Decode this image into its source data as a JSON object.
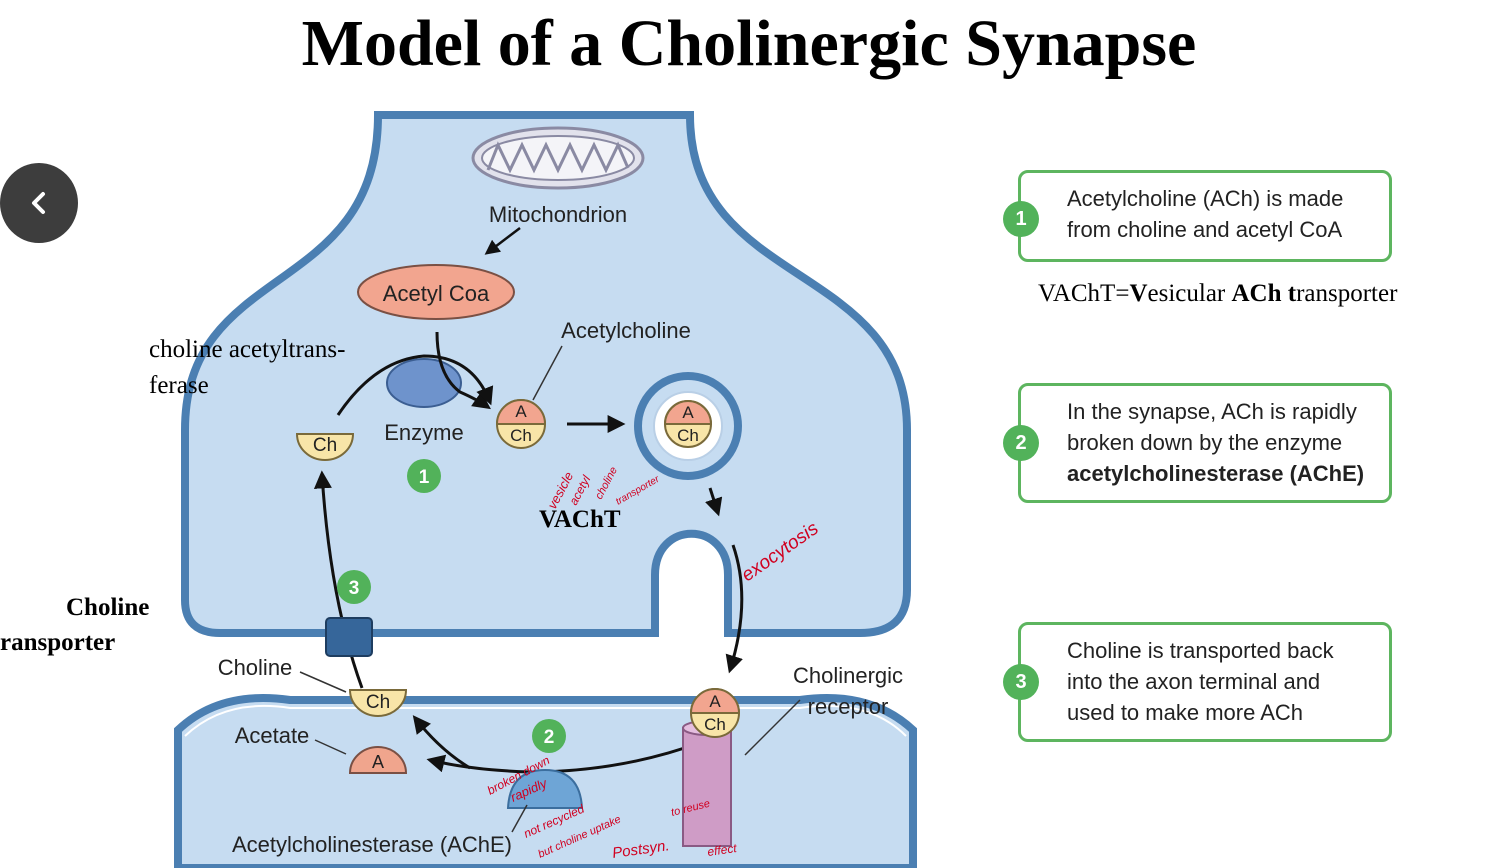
{
  "title": "Model of a Cholinergic Synapse",
  "diagram": {
    "mitochondrion": "Mitochondrion",
    "acetyl_coa": "Acetyl Coa",
    "acetylcholine": "Acetylcholine",
    "enzyme": "Enzyme",
    "ch": "Ch",
    "a": "A",
    "step_1": "1",
    "step_2": "2",
    "step_3": "3",
    "choline": "Choline",
    "acetate": "Acetate",
    "cholinergic_receptor_line1": "Cholinergic",
    "cholinergic_receptor_line2": "receptor",
    "ache": "Acetylcholinesterase (AChE)"
  },
  "annotations": {
    "chat_line1": "choline acetyltrans-",
    "chat_line2": "ferase",
    "vacht": "VAChT",
    "choline_transporter_line1": "Choline",
    "choline_transporter_line2": "ransporter",
    "vacht_definition": {
      "p1": "VAChT=",
      "b1": "V",
      "p2": "esicular ",
      "b2": "ACh",
      "p3": " ",
      "b3": "t",
      "p4": "ransporter"
    }
  },
  "handwriting": {
    "vesicle": "vesicle",
    "acetyl": "acetyl",
    "choline": "choline",
    "transporter": "transporter",
    "exocytosis": "exocytosis",
    "broken_down": "broken down",
    "rapidly": "rapidly",
    "not_recycled": "not recycled",
    "but_choline_uptake": "but choline uptake",
    "to_reuse": "to reuse",
    "postsyn": "Postsyn.",
    "effect": "effect"
  },
  "steps": [
    {
      "number": "1",
      "lines": [
        "Acetylcholine (ACh) is made",
        "from choline and acetyl CoA"
      ],
      "bold_line": ""
    },
    {
      "number": "2",
      "lines": [
        "In the synapse, ACh is rapidly",
        "broken down by the enzyme"
      ],
      "bold_line": "acetylcholinesterase (AChE)"
    },
    {
      "number": "3",
      "lines": [
        "Choline is transported back",
        "into the axon terminal and",
        "used to make more ACh"
      ],
      "bold_line": ""
    }
  ],
  "icons": {
    "back": "chevron-left-icon"
  },
  "colors": {
    "cytoplasm": "#c6dcf1",
    "membrane": "#4b7fb2",
    "acetyl_coa": "#f2a58f",
    "enzyme": "#6e93cc",
    "choline": "#f8e5a8",
    "acetate": "#f0a58d",
    "transporter": "#36669a",
    "receptor": "#cf9cc6",
    "step_green": "#52b25a",
    "handwriting": "#d00020"
  }
}
